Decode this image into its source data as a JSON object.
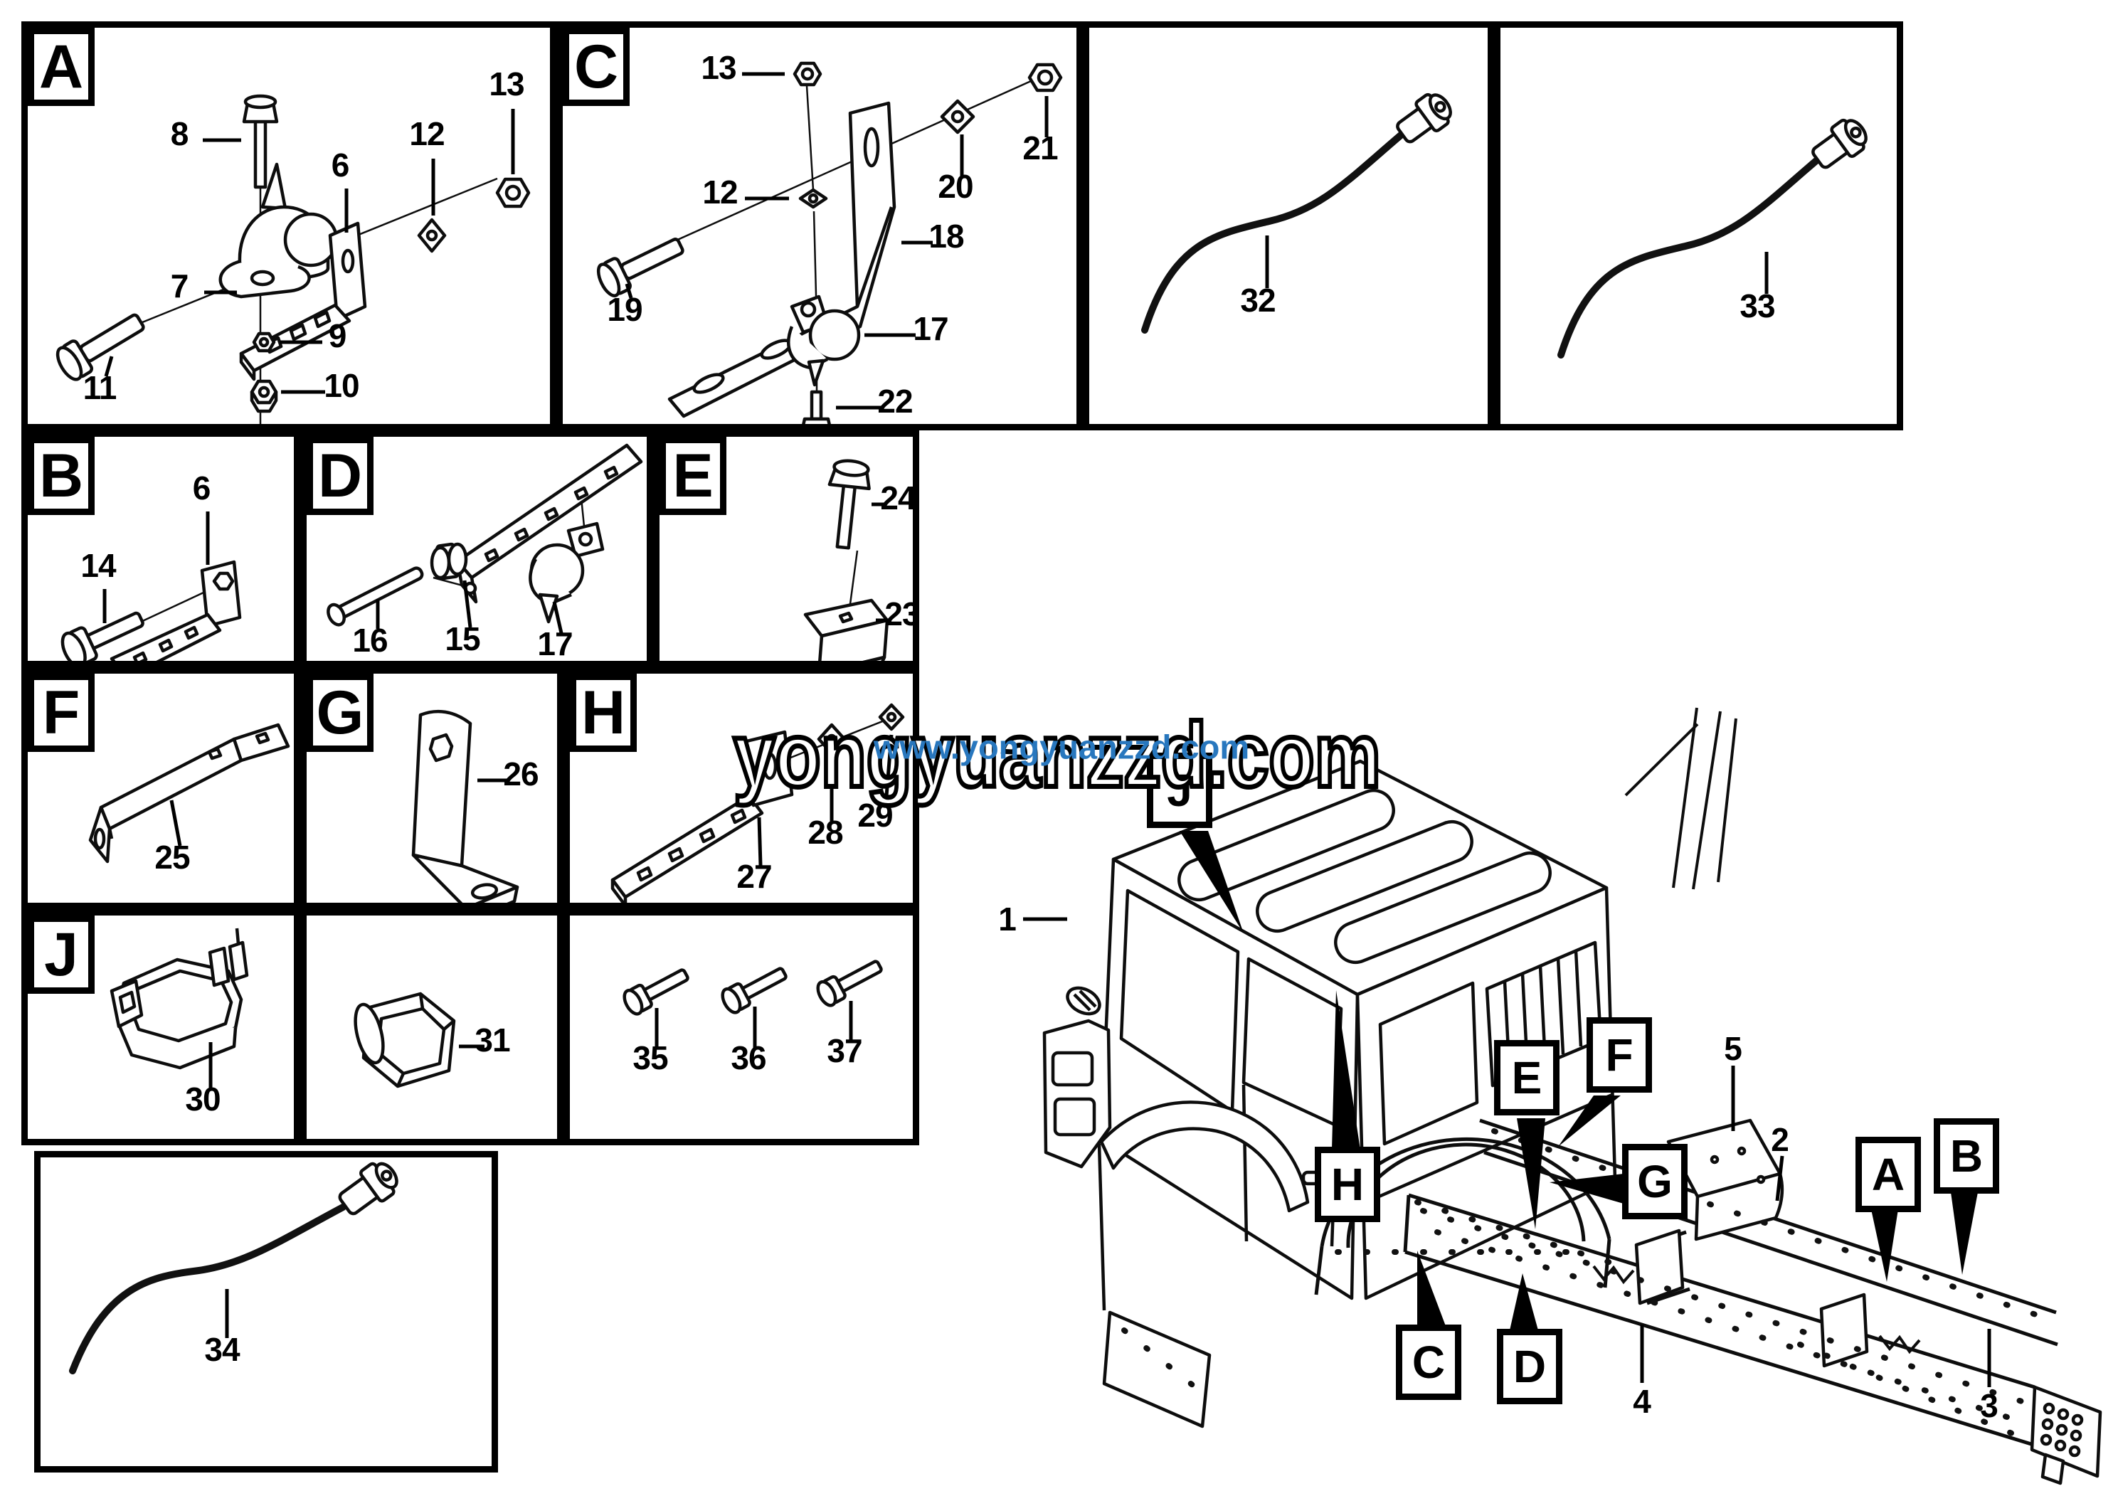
{
  "watermark": {
    "outline_text": "yongyuanzzd.com",
    "link_text": "www.yongyuanzzd.com",
    "link_color": "#2877BE"
  },
  "panels": {
    "A": {
      "letter": "A",
      "labels": [
        "8",
        "6",
        "12",
        "13",
        "7",
        "9",
        "10",
        "11"
      ]
    },
    "C": {
      "letter": "C",
      "labels": [
        "13",
        "12",
        "21",
        "20",
        "18",
        "19",
        "17",
        "22"
      ]
    },
    "cable32": {
      "labels": [
        "32"
      ]
    },
    "cable33": {
      "labels": [
        "33"
      ]
    },
    "B": {
      "letter": "B",
      "labels": [
        "14",
        "6"
      ]
    },
    "D": {
      "letter": "D",
      "labels": [
        "16",
        "15",
        "17"
      ]
    },
    "E": {
      "letter": "E",
      "labels": [
        "24",
        "23"
      ]
    },
    "F": {
      "letter": "F",
      "labels": [
        "25"
      ]
    },
    "G": {
      "letter": "G",
      "labels": [
        "26"
      ]
    },
    "H": {
      "letter": "H",
      "labels": [
        "27",
        "28",
        "29"
      ]
    },
    "J": {
      "letter": "J",
      "labels": [
        "30"
      ]
    },
    "cap31": {
      "labels": [
        "31"
      ]
    },
    "bolts": {
      "labels": [
        "35",
        "36",
        "37"
      ]
    },
    "cable34": {
      "labels": [
        "34"
      ]
    }
  },
  "truck": {
    "callouts": [
      "J",
      "E",
      "F",
      "G",
      "H",
      "C",
      "D",
      "A",
      "B"
    ],
    "numbers": [
      "1",
      "2",
      "3",
      "4",
      "5"
    ]
  }
}
